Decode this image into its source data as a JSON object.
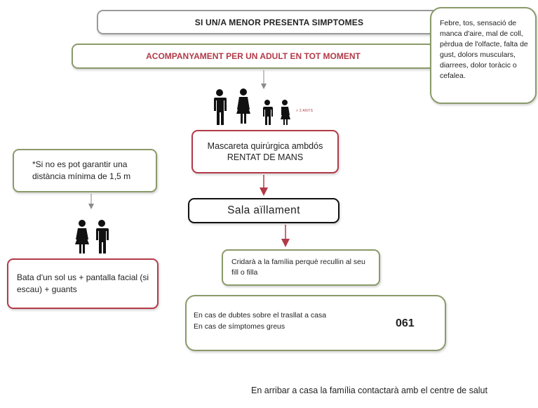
{
  "flow": {
    "title": "SI UN/A MENOR PRESENTA SIMPTOMES",
    "accompaniment": "ACOMPANYAMENT PER UN ADULT EN TOT MOMENT",
    "symptoms": "Febre, tos, sensació de manca d'aire, mal de coll, pèrdua de l'olfacte, falta de gust, dolors musculars, diarrees, dolor toràcic o cefalea.",
    "age_label": "> 3 ANYS",
    "mask_line1": "Mascareta quirúrgica ambdós",
    "mask_line2": "RENTAT DE MANS",
    "distance_note": "*Si no es pot garantir una distància mínima de 1,5 m",
    "isolation": "Sala aïllament",
    "call_family": "Cridarà a la família perquè recullin al seu fill o filla",
    "gown_note": "Bata d'un sol us + pantalla facial (si escau) + guants",
    "doubts_line1": "En cas de dubtes sobre el trasllat a casa",
    "doubts_line2": "En cas de símptomes greus",
    "emergency_number": "061",
    "arrival_note": "En arribar a casa la família contactarà amb el centre de salut"
  },
  "icons": [
    "man-icon",
    "woman-icon",
    "boy-icon",
    "girl-icon"
  ],
  "colors": {
    "accent_red": "#b23a48",
    "border_green": "#8a9a6a",
    "border_gray": "#9a9a9a",
    "icon_black": "#111111"
  }
}
